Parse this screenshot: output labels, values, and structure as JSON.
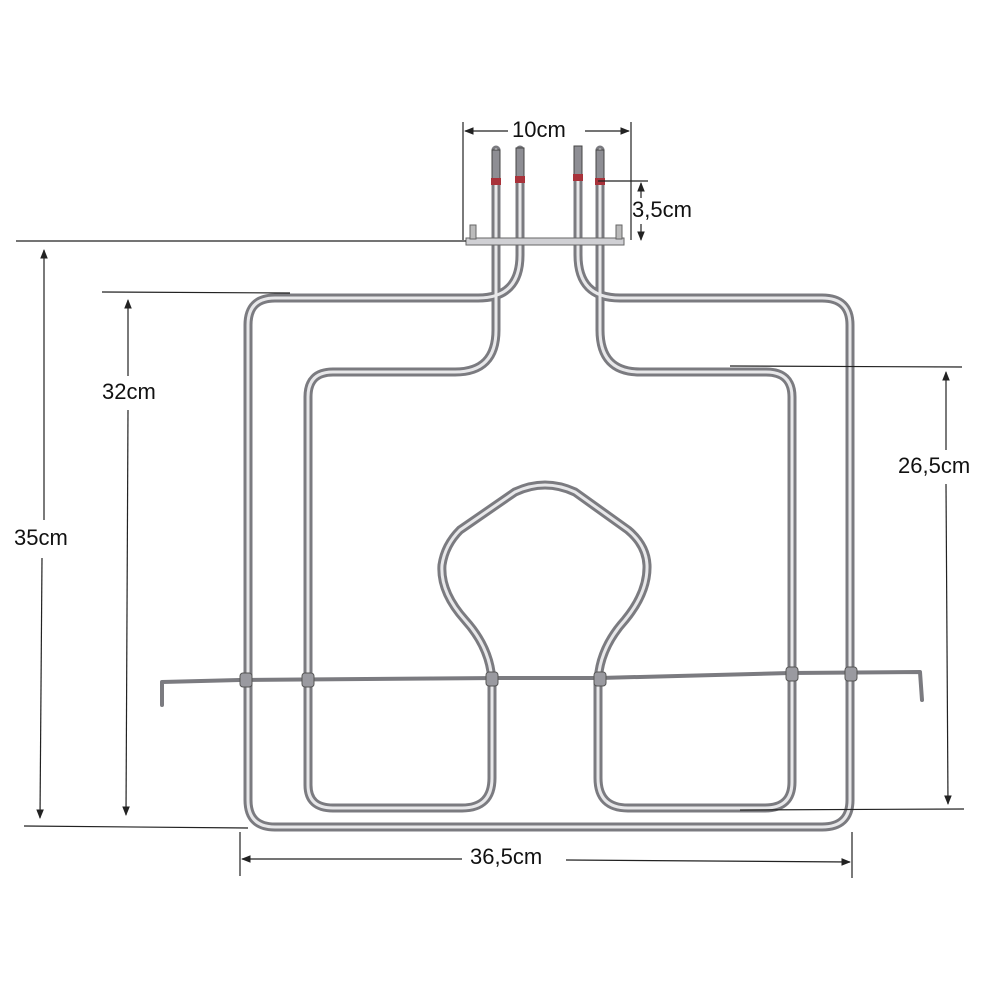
{
  "dimensions": {
    "terminal_spacing": "10cm",
    "terminal_height": "3,5cm",
    "total_height": "35cm",
    "outer_loop_height": "32cm",
    "inner_loop_height": "26,5cm",
    "width": "36,5cm"
  },
  "colors": {
    "element_tube": "#7b7b80",
    "element_highlight": "#e8e8ea",
    "dimension_line": "#222222",
    "terminal_insulator": "#a8323a"
  }
}
